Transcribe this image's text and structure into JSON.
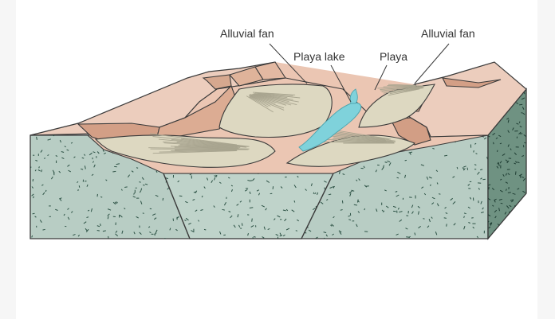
{
  "labels": {
    "fan_left": "Alluvial fan",
    "playa_lake": "Playa lake",
    "playa": "Playa",
    "fan_right": "Alluvial fan"
  },
  "colors": {
    "background": "#ffffff",
    "page_margin": "#f6f6f6",
    "rock": "#b8cdc4",
    "rock_dark": "#5f8272",
    "rock_speck": "#2c5144",
    "plateau": "#eccdbd",
    "plateau_cliff": "#d6a88f",
    "block_edge": "#c29784",
    "fan": "#ddd8c1",
    "fan_ridges": "#a8a48f",
    "basin_floor": "#ebc6b3",
    "lake": "#7fd2db",
    "outline": "#3a3a3a",
    "label_text": "#333333"
  }
}
